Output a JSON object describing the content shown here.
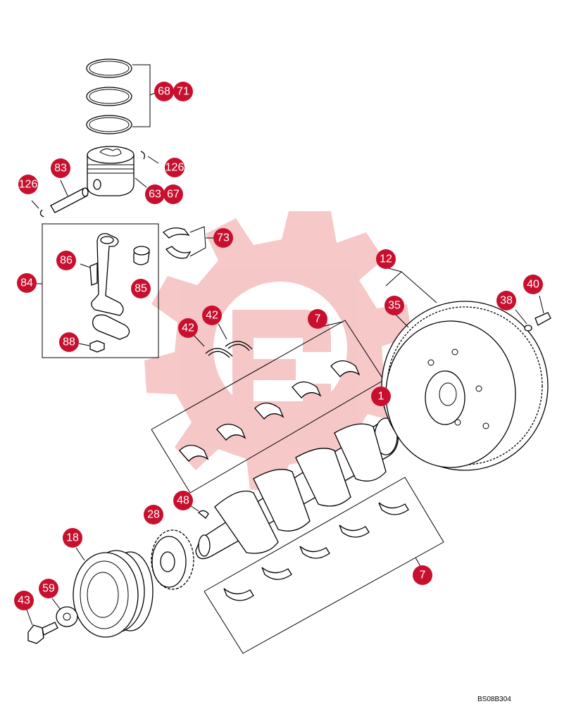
{
  "diagram": {
    "reference_code": "BS08B304",
    "watermark_color": "#f4b5b5",
    "callout_color": "#c8102e"
  },
  "callouts": {
    "c68": "68",
    "c71": "71",
    "c83": "83",
    "c126a": "126",
    "c126b": "126",
    "c63": "63",
    "c67": "67",
    "c73": "73",
    "c86": "86",
    "c84": "84",
    "c85": "85",
    "c88": "88",
    "c12": "12",
    "c40": "40",
    "c38": "38",
    "c35": "35",
    "c42a": "42",
    "c42b": "42",
    "c7a": "7",
    "c1": "1",
    "c48": "48",
    "c28": "28",
    "c18": "18",
    "c59": "59",
    "c43": "43",
    "c7b": "7"
  }
}
